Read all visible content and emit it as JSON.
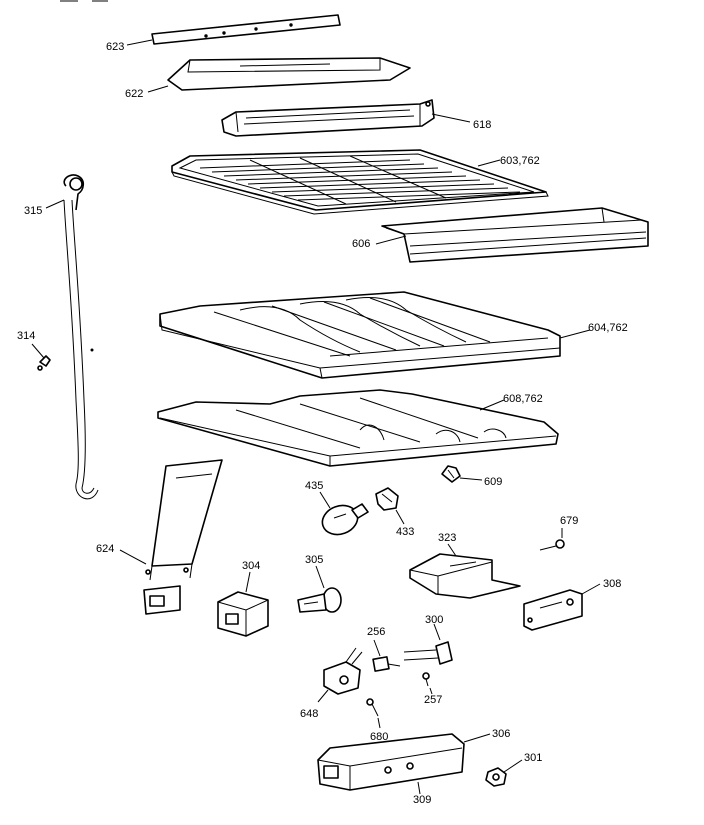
{
  "diagram": {
    "labels": {
      "l623": "623",
      "l622": "622",
      "l618": "618",
      "l603": "603,762",
      "l606": "606",
      "l315": "315",
      "l314": "314",
      "l604": "604,762",
      "l608": "608,762",
      "l609": "609",
      "l435": "435",
      "l433": "433",
      "l679": "679",
      "l624": "624",
      "l304": "304",
      "l305": "305",
      "l323": "323",
      "l308": "308",
      "l256": "256",
      "l300": "300",
      "l257": "257",
      "l648": "648",
      "l680": "680",
      "l306": "306",
      "l301": "301",
      "l309": "309"
    },
    "colors": {
      "ink": "#000000",
      "paper": "#ffffff"
    }
  }
}
